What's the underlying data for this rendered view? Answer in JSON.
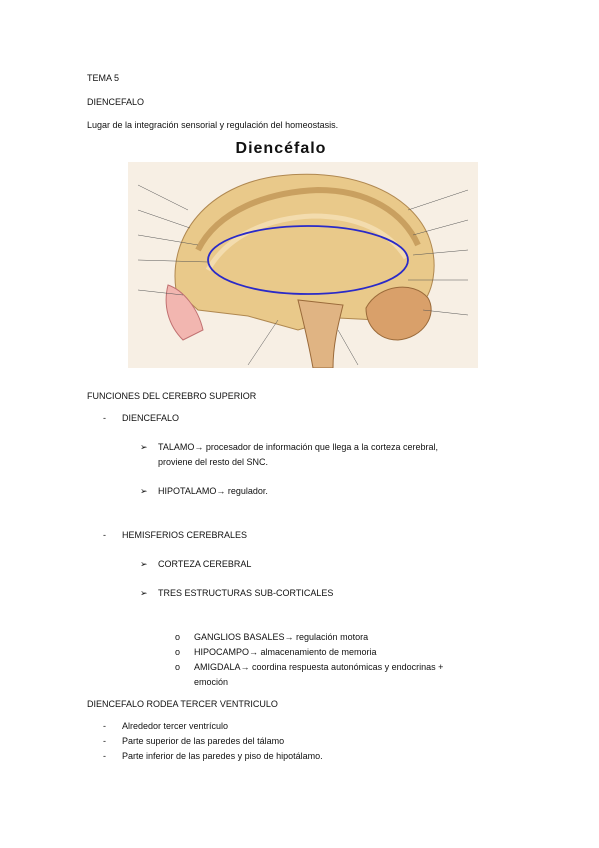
{
  "doc": {
    "header": "TEMA 5",
    "section1_title": "DIENCEFALO",
    "section1_desc": "Lugar de la integración sensorial y regulación del homeostasis.",
    "figure_title": "Diencéfalo",
    "funciones_title": "FUNCIONES DEL CEREBRO SUPERIOR",
    "dash": "-",
    "arrow_bullet": "➢",
    "circle_bullet": "o",
    "list1": {
      "item": "DIENCEFALO",
      "sub": [
        {
          "line1": "TALAMO→  procesador de información que llega a la corteza cerebral,",
          "line2": "proviene del resto del SNC."
        },
        {
          "line1": "HIPOTALAMO→ regulador."
        }
      ]
    },
    "list2": {
      "item": "HEMISFERIOS CEREBRALES",
      "sub": [
        {
          "line1": "CORTEZA CEREBRAL"
        },
        {
          "line1": "TRES ESTRUCTURAS SUB-CORTICALES"
        }
      ],
      "subsub": [
        {
          "line1": "GANGLIOS BASALES→ regulación motora"
        },
        {
          "line1": "HIPOCAMPO→ almacenamiento de memoria"
        },
        {
          "line1": "AMIGDALA→ coordina respuesta autonómicas y endocrinas +",
          "line2": "emoción"
        }
      ]
    },
    "ventricle_title": "DIENCEFALO RODEA TERCER VENTRICULO",
    "ventricle_items": [
      "Alrededor tercer ventrículo",
      "Parte superior de las paredes del tálamo",
      "Parte inferior de las paredes y piso de hipotálamo."
    ]
  },
  "colors": {
    "ellipse": "#2a2ac8",
    "brain": "#e9c98a",
    "cerebellum": "#d9a06a",
    "tissue": "#f2b6b0"
  }
}
